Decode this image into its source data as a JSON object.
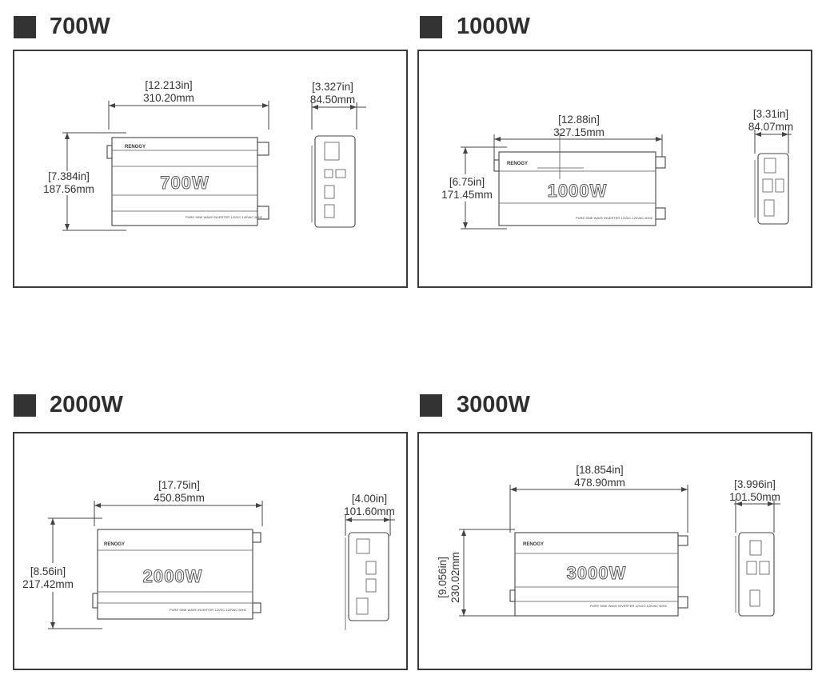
{
  "models": [
    {
      "heading": "700W",
      "badge": "700W",
      "width_in": "[12.213in]",
      "width_mm": "310.20mm",
      "height_in": "[7.384in]",
      "height_mm": "187.56mm",
      "depth_in": "[3.327in]",
      "depth_mm": "84.50mm"
    },
    {
      "heading": "1000W",
      "badge": "1000W",
      "width_in": "[12.88in]",
      "width_mm": "327.15mm",
      "height_in": "[6.75in]",
      "height_mm": "171.45mm",
      "depth_in": "[3.31in]",
      "depth_mm": "84.07mm"
    },
    {
      "heading": "2000W",
      "badge": "2000W",
      "width_in": "[17.75in]",
      "width_mm": "450.85mm",
      "height_in": "[8.56in]",
      "height_mm": "217.42mm",
      "depth_in": "[4.00in]",
      "depth_mm": "101.60mm"
    },
    {
      "heading": "3000W",
      "badge": "3000W",
      "width_in": "[18.854in]",
      "width_mm": "478.90mm",
      "height_in": "[9.056in]",
      "height_mm": "230.02mm",
      "depth_in": "[3.996in]",
      "depth_mm": "101.50mm"
    }
  ],
  "brand_logo": "RENOGY",
  "device_label": "PURE SINE WAVE INVERTER 12VDC-120VAC 60HZ",
  "colors": {
    "frame": "#3a3a3a",
    "heading": "#2f2f2f",
    "line": "#444444"
  }
}
